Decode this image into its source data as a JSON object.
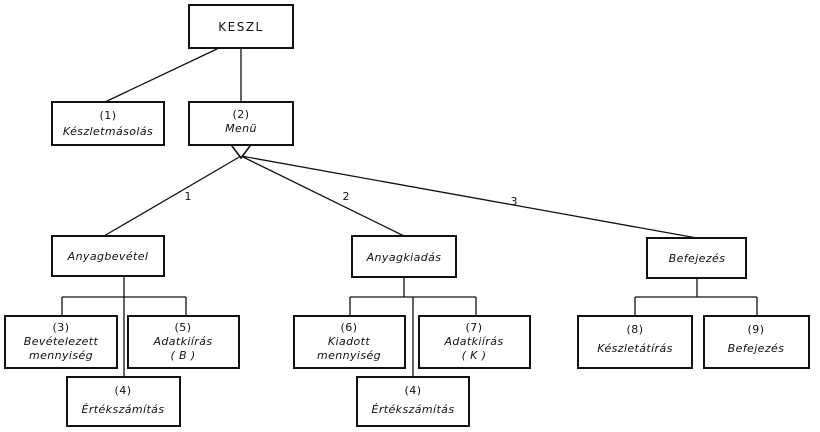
{
  "root": {
    "label": "KESZL"
  },
  "nodes": {
    "keszletmasolas": {
      "number": "(1)",
      "label": "Készletmásolás"
    },
    "menu": {
      "number": "(2)",
      "label": "Menü"
    },
    "anyagbevetel": {
      "label": "Anyagbevétel"
    },
    "anyagkiadas": {
      "label": "Anyagkiadás"
    },
    "befejezes_group": {
      "label": "Befejezés"
    },
    "bevetelezett": {
      "number": "(3)",
      "line1": "Bevételezett",
      "line2": "mennyiség"
    },
    "adatkiiras_b": {
      "number": "(5)",
      "line1": "Adatkiírás",
      "line2": "( B )"
    },
    "ertekszamitas_1": {
      "number": "(4)",
      "label": "Értékszámítás"
    },
    "kiadott": {
      "number": "(6)",
      "line1": "Kiadott",
      "line2": "mennyiség"
    },
    "adatkiiras_k": {
      "number": "(7)",
      "line1": "Adatkiírás",
      "line2": "( K )"
    },
    "ertekszamitas_2": {
      "number": "(4)",
      "label": "Értékszámítás"
    },
    "keszletatiras": {
      "number": "(8)",
      "label": "Készletátírás"
    },
    "befejezes": {
      "number": "(9)",
      "label": "Befejezés"
    }
  },
  "edge_labels": {
    "branch1": "1",
    "branch2": "2",
    "branch3": "3"
  }
}
